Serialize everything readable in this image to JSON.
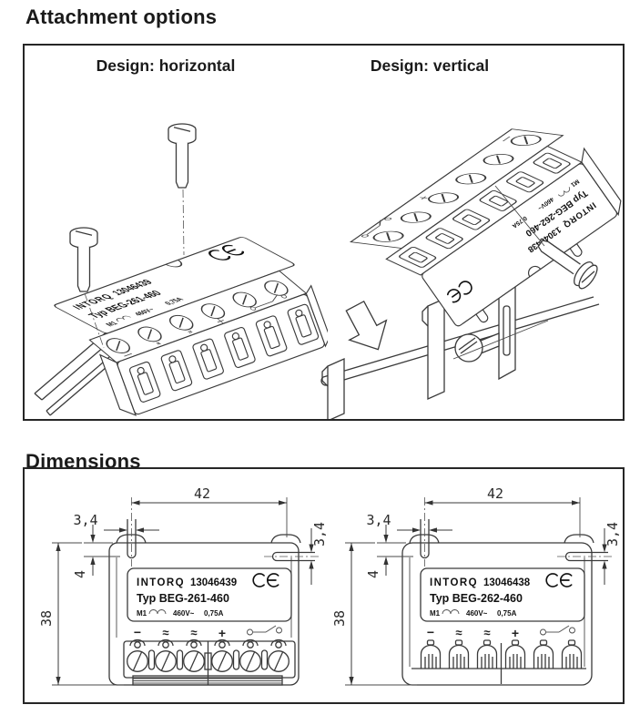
{
  "page": {
    "attachment_title": "Attachment options",
    "dimensions_title": "Dimensions"
  },
  "attachment": {
    "horizontal": {
      "caption": "Design: horizontal",
      "label": {
        "brand": "INTORQ",
        "part_no": "13046439",
        "type_line": "Typ BEG-261-460",
        "m1": "M1",
        "voltage": "460V~",
        "current": "0,75A"
      },
      "symbols": {
        "ac": "≈"
      }
    },
    "vertical": {
      "caption": "Design: vertical",
      "label": {
        "brand": "INTORQ",
        "part_no": "13046438",
        "type_line": "Typ BEG-262-460",
        "m1": "M1",
        "voltage": "460V~",
        "current": "0,75A"
      },
      "symbols": {
        "ac": "≈"
      }
    }
  },
  "dimensions": {
    "left": {
      "label": {
        "brand": "INTORQ",
        "part_no": "13046439",
        "type_line": "Typ BEG-261-460",
        "m1": "M1",
        "voltage": "460V~",
        "current": "0,75A"
      },
      "dims": {
        "hole_spacing": "42",
        "slot_width": "3,4",
        "hole_offset": "4",
        "height": "38",
        "slot_height": "3,4"
      },
      "symbols": {
        "minus": "−",
        "ac1": "≈",
        "ac2": "≈",
        "plus": "+"
      }
    },
    "right": {
      "label": {
        "brand": "INTORQ",
        "part_no": "13046438",
        "type_line": "Typ BEG-262-460",
        "m1": "M1",
        "voltage": "460V~",
        "current": "0,75A"
      },
      "dims": {
        "hole_spacing": "42",
        "slot_width": "3,4",
        "hole_offset": "4",
        "height": "38",
        "slot_height": "3,4"
      },
      "symbols": {
        "minus": "−",
        "ac1": "≈",
        "ac2": "≈",
        "plus": "+"
      }
    }
  },
  "icons": {
    "ce_mark": "CE",
    "switch_contact": "circle-line-slash-circle",
    "half_wave": "two-hump-wave",
    "screw": "slotted-screw",
    "mounting_arrow": "hollow-down-arrow"
  }
}
